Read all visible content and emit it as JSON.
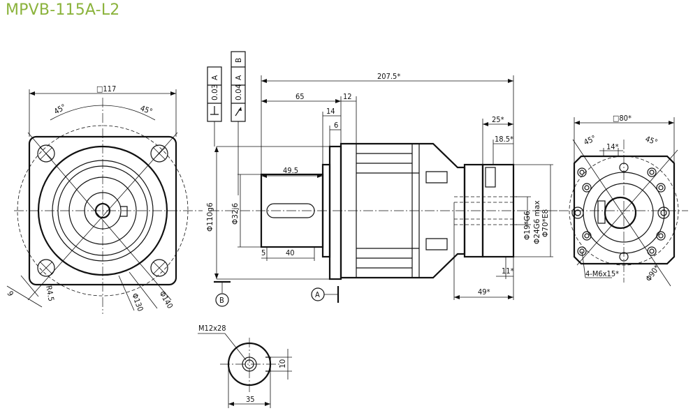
{
  "title": "MPVB-115A-L2",
  "front_view": {
    "square": "□117",
    "angle_left": "45°",
    "angle_right": "45°",
    "dia_130": "Φ130",
    "dia_140": "Φ140",
    "r45": "R4.5",
    "nine": "9"
  },
  "side_view": {
    "overall_length": "207.5*",
    "len_65": "65",
    "len_12": "12",
    "len_14": "14",
    "len_6": "6",
    "len_49_5": "49.5",
    "len_5": "5",
    "len_40": "40",
    "len_25": "25*",
    "len_18_5": "18.5*",
    "len_11": "11*",
    "len_49": "49*",
    "dia_110": "Φ110g6",
    "dia_32": "Φ32j6",
    "dia_19": "Φ19*G6",
    "dia_24": "Φ24G6 max",
    "dia_70": "Φ70*E8",
    "datum_a": "A",
    "datum_b": "B",
    "tol1_value": "0.03",
    "tol1_ref": "A",
    "tol2_value": "0.04",
    "tol2_ref1": "A",
    "tol2_ref2": "B"
  },
  "shaft_end": {
    "thread": "M12x28",
    "key_width": "10",
    "diameter": "35"
  },
  "motor_flange": {
    "square": "□80*",
    "angle_left": "45°",
    "angle_right": "45°",
    "len_14": "14*",
    "holes": "4-M6x15*",
    "pcd": "Φ90*"
  }
}
